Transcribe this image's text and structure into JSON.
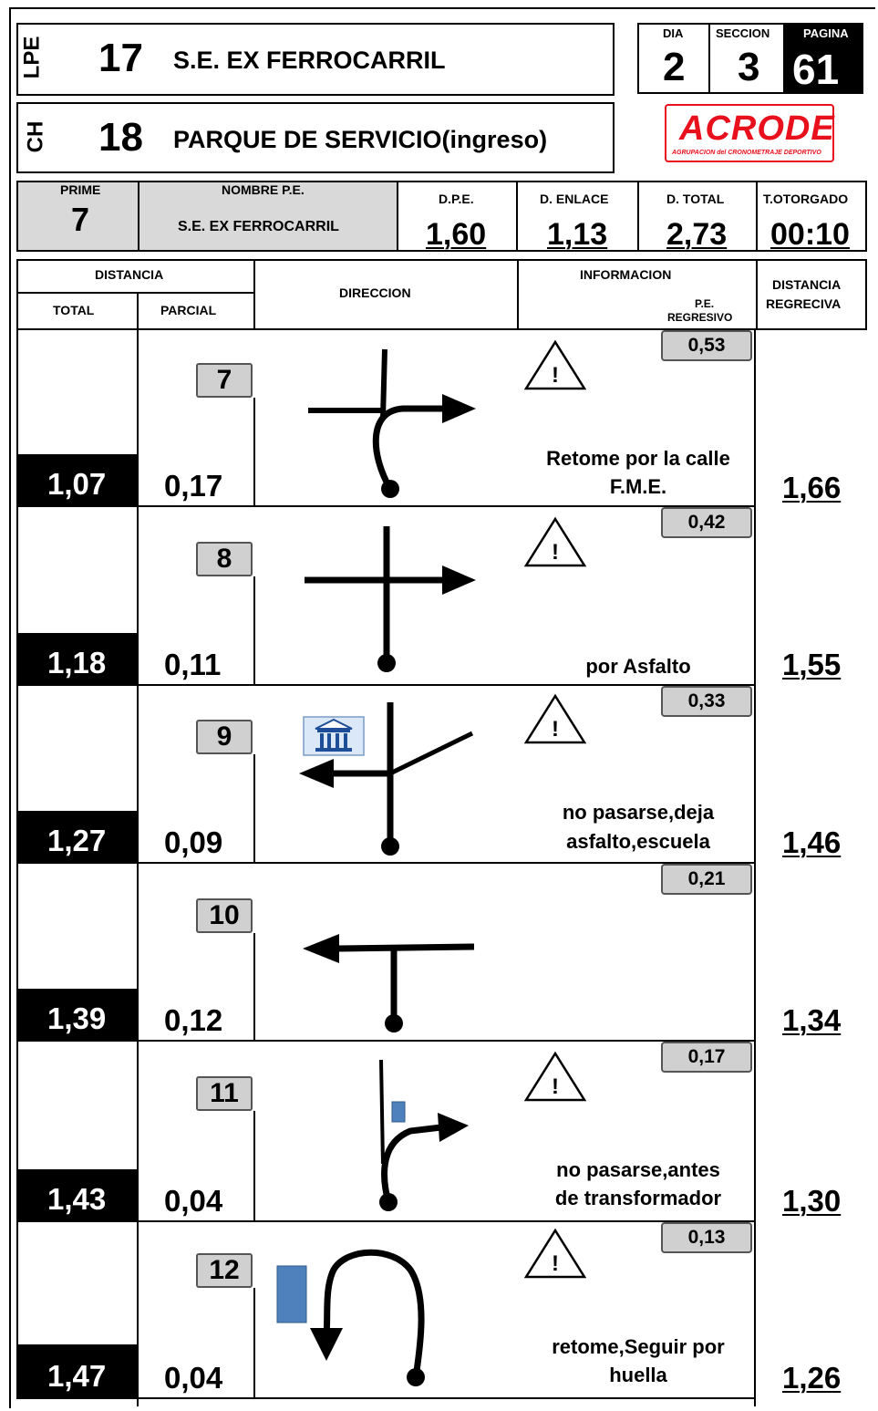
{
  "header": {
    "lpe_label": "LPE",
    "lpe_number": "17",
    "lpe_name": "S.E. EX FERROCARRIL",
    "ch_label": "CH",
    "ch_number": "18",
    "ch_name": "PARQUE DE SERVICIO(ingreso)",
    "dia_label": "DIA",
    "dia_value": "2",
    "seccion_label": "SECCION",
    "seccion_value": "3",
    "pagina_label": "PAGINA",
    "pagina_value": "61",
    "logo_text": "ACRODE",
    "logo_subtext": "AGRUPACION del CRONOMETRAJE DEPORTIVO"
  },
  "summary": {
    "prime_label": "PRIME",
    "prime_value": "7",
    "nombre_label": "NOMBRE P.E.",
    "nombre_value": "S.E. EX FERROCARRIL",
    "dpe_label": "D.P.E.",
    "dpe_value": "1,60",
    "denlace_label": "D. ENLACE",
    "denlace_value": "1,13",
    "dtotal_label": "D. TOTAL",
    "dtotal_value": "2,73",
    "totorgado_label": "T.OTORGADO",
    "totorgado_value": "00:10"
  },
  "columns": {
    "distancia": "DISTANCIA",
    "total": "TOTAL",
    "parcial": "PARCIAL",
    "direccion": "DIRECCION",
    "informacion": "INFORMACION",
    "pe_regresivo_1": "P.E.",
    "pe_regresivo_2": "REGRESIVO",
    "distancia_regresiva_1": "DISTANCIA",
    "distancia_regresiva_2": "REGRECIVA"
  },
  "rows": [
    {
      "step": "7",
      "total": "1,07",
      "parcial": "0,17",
      "pe_regresivo": "0,53",
      "info_line1": "Retome por la calle",
      "info_line2": "F.M.E.",
      "regresiva": "1,66",
      "warning": true
    },
    {
      "step": "8",
      "total": "1,18",
      "parcial": "0,11",
      "pe_regresivo": "0,42",
      "info_line1": "",
      "info_line2": "por Asfalto",
      "regresiva": "1,55",
      "warning": true
    },
    {
      "step": "9",
      "total": "1,27",
      "parcial": "0,09",
      "pe_regresivo": "0,33",
      "info_line1": "no pasarse,deja",
      "info_line2": "asfalto,escuela",
      "regresiva": "1,46",
      "warning": true
    },
    {
      "step": "10",
      "total": "1,39",
      "parcial": "0,12",
      "pe_regresivo": "0,21",
      "info_line1": "",
      "info_line2": "",
      "regresiva": "1,34",
      "warning": false
    },
    {
      "step": "11",
      "total": "1,43",
      "parcial": "0,04",
      "pe_regresivo": "0,17",
      "info_line1": "no pasarse,antes",
      "info_line2": "de transformador",
      "regresiva": "1,30",
      "warning": true
    },
    {
      "step": "12",
      "total": "1,47",
      "parcial": "0,04",
      "pe_regresivo": "0,13",
      "info_line1": "retome,Seguir por",
      "info_line2": "huella",
      "regresiva": "1,26",
      "warning": true
    }
  ],
  "colors": {
    "badge_gray": "#d0d0d0",
    "header_gray": "#d9d9d9",
    "logo_red": "#e8101c",
    "marker_blue": "#4f81bd"
  }
}
